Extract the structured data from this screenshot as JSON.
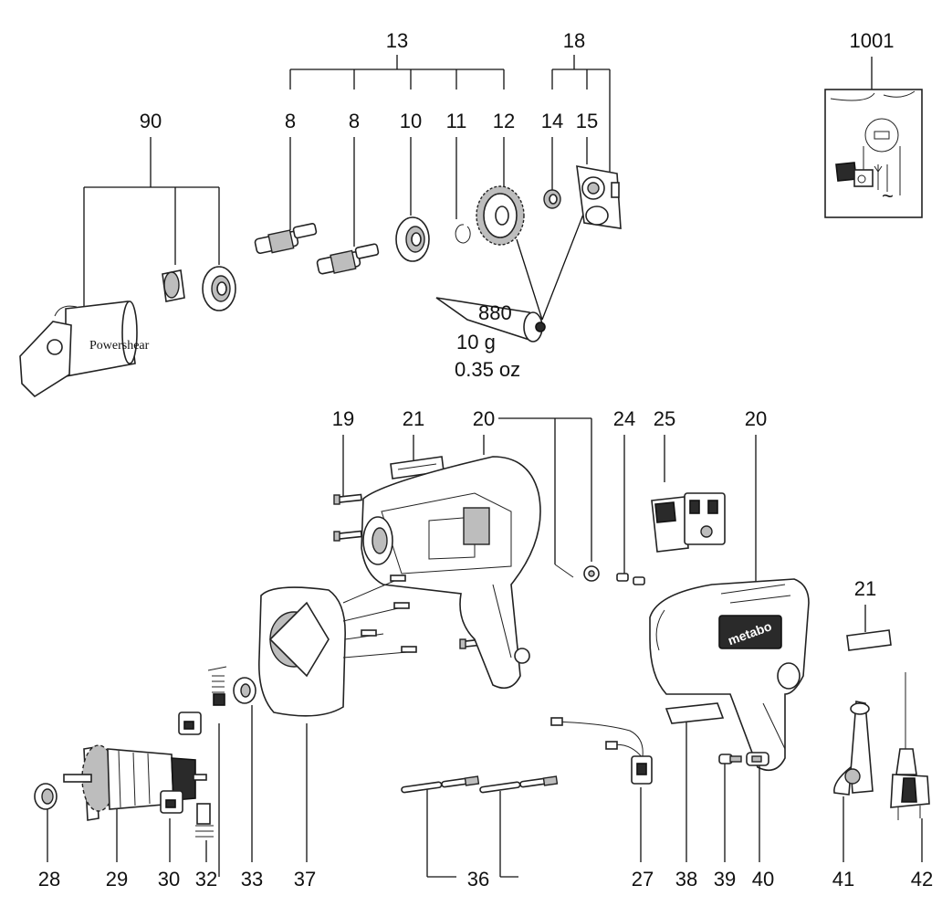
{
  "part_numbers": {
    "p13": "13",
    "p18": "18",
    "p1001": "1001",
    "p90": "90",
    "p8a": "8",
    "p8b": "8",
    "p10": "10",
    "p11": "11",
    "p12": "12",
    "p14": "14",
    "p15": "15",
    "p19": "19",
    "p21a": "21",
    "p20a": "20",
    "p24": "24",
    "p25": "25",
    "p20b": "20",
    "p21b": "21",
    "p28": "28",
    "p29": "29",
    "p30": "30",
    "p32": "32",
    "p33": "33",
    "p37": "37",
    "p36": "36",
    "p27": "27",
    "p38": "38",
    "p39": "39",
    "p40": "40",
    "p41": "41",
    "p42": "42"
  },
  "grease_tube": {
    "code": "880",
    "weight_g": "10 g",
    "weight_oz": "0.35 oz"
  },
  "labels": {
    "powershear": "Powershear",
    "drill_brand": "metabo"
  },
  "icons": {
    "ac_symbol": "~"
  }
}
